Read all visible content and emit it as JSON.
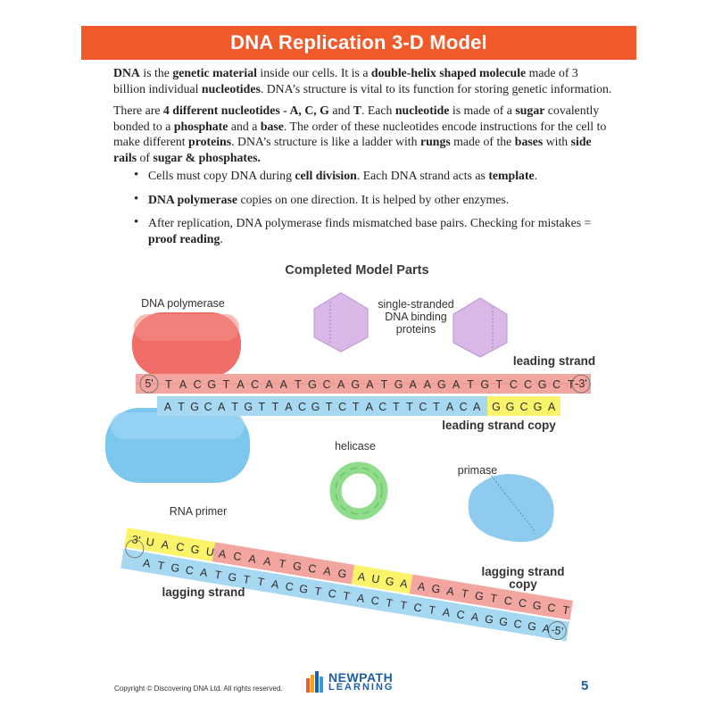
{
  "header": {
    "title": "DNA Replication 3-D Model"
  },
  "intro": {
    "p1": [
      {
        "t": "DNA",
        "b": true
      },
      {
        "t": " is the ",
        "b": false
      },
      {
        "t": "genetic material",
        "b": true
      },
      {
        "t": " inside our cells. It is a ",
        "b": false
      },
      {
        "t": "double-helix shaped molecule",
        "b": true
      },
      {
        "t": " made of 3 billion individual ",
        "b": false
      },
      {
        "t": "nucleotides",
        "b": true
      },
      {
        "t": ". DNA’s structure is vital to its function for storing genetic information.",
        "b": false
      }
    ],
    "p2": [
      {
        "t": "There are ",
        "b": false
      },
      {
        "t": "4 different nucleotides - A, C, G",
        "b": true
      },
      {
        "t": " and ",
        "b": false
      },
      {
        "t": "T",
        "b": true
      },
      {
        "t": ". Each ",
        "b": false
      },
      {
        "t": "nucleotide",
        "b": true
      },
      {
        "t": " is made of a ",
        "b": false
      },
      {
        "t": "sugar",
        "b": true
      },
      {
        "t": " covalently bonded to a ",
        "b": false
      },
      {
        "t": "phosphate",
        "b": true
      },
      {
        "t": " and a ",
        "b": false
      },
      {
        "t": "base",
        "b": true
      },
      {
        "t": ". The order of these nucleotides encode instructions for the cell to make different ",
        "b": false
      },
      {
        "t": "proteins",
        "b": true
      },
      {
        "t": ". DNA’s structure is like a ladder with ",
        "b": false
      },
      {
        "t": "rungs",
        "b": true
      },
      {
        "t": " made of the ",
        "b": false
      },
      {
        "t": "bases",
        "b": true
      },
      {
        "t": " with ",
        "b": false
      },
      {
        "t": "side rails",
        "b": true
      },
      {
        "t": " of ",
        "b": false
      },
      {
        "t": "sugar & phosphates.",
        "b": true
      }
    ]
  },
  "bullets": [
    [
      {
        "t": "Cells must copy DNA during ",
        "b": false
      },
      {
        "t": "cell division",
        "b": true
      },
      {
        "t": ". Each DNA strand acts as ",
        "b": false
      },
      {
        "t": "template",
        "b": true
      },
      {
        "t": ".",
        "b": false
      }
    ],
    [
      {
        "t": "DNA polymerase",
        "b": true
      },
      {
        "t": " copies on one direction. It is helped by other enzymes.",
        "b": false
      }
    ],
    [
      {
        "t": "After replication, DNA polymerase finds mismatched base pairs. Checking for mistakes = ",
        "b": false
      },
      {
        "t": "proof reading",
        "b": true
      },
      {
        "t": ".",
        "b": false
      }
    ]
  ],
  "figure": {
    "title": "Completed Model Parts",
    "labels": {
      "dna_polymerase": "DNA polymerase",
      "ssb_line1": "single-stranded",
      "ssb_line2": "DNA binding",
      "ssb_line3": "proteins",
      "leading_strand": "leading strand",
      "leading_strand_copy": "leading strand copy",
      "helicase": "helicase",
      "primase": "primase",
      "rna_primer": "RNA primer",
      "lagging_strand": "lagging strand",
      "lagging_copy_line1": "lagging strand",
      "lagging_copy_line2": "copy"
    },
    "leading_template": {
      "end5": "5'",
      "end3": "-3'",
      "bases": [
        "T",
        "A",
        "C",
        "G",
        "T",
        "A",
        "C",
        "A",
        "A",
        "T",
        "G",
        "C",
        "A",
        "G",
        "A",
        "T",
        "G",
        "A",
        "A",
        "G",
        "A",
        "T",
        "G",
        "T",
        "C",
        "C",
        "G",
        "C",
        "T"
      ]
    },
    "leading_copy": {
      "bases": [
        "A",
        "T",
        "G",
        "C",
        "A",
        "T",
        "G",
        "T",
        "T",
        "A",
        "C",
        "G",
        "T",
        "C",
        "T",
        "A",
        "C",
        "T",
        "T",
        "C",
        "T",
        "A",
        "C",
        "A"
      ],
      "primer": [
        "G",
        "G",
        "C",
        "G",
        "A"
      ]
    },
    "lagging_top": {
      "end3": "3'",
      "primer1": [
        "U",
        "A",
        "C",
        "G",
        "U"
      ],
      "segment1": [
        "A",
        "C",
        "A",
        "A",
        "T",
        "G",
        "C",
        "A",
        "G"
      ],
      "primer2": [
        "A",
        "U",
        "G",
        "A"
      ],
      "segment2": [
        "A",
        "G",
        "A",
        "T",
        "G",
        "T",
        "C",
        "C",
        "G",
        "C",
        "T"
      ]
    },
    "lagging_bottom": {
      "end5": "-5'",
      "bases": [
        "A",
        "T",
        "G",
        "C",
        "A",
        "T",
        "G",
        "T",
        "T",
        "A",
        "C",
        "G",
        "T",
        "C",
        "T",
        "A",
        "C",
        "T",
        "T",
        "C",
        "T",
        "A",
        "C",
        "A",
        "G",
        "G",
        "C",
        "G",
        "A"
      ]
    },
    "colors": {
      "template": "#f3a5a0",
      "copy": "#a6d8f2",
      "primer": "#fbf36a",
      "polymerase_red": "#ef6f68",
      "polymerase_blue": "#7cc7ee",
      "ssb": "#d9b8e8",
      "helicase": "#8fdc8a",
      "primase": "#8ecbee"
    }
  },
  "footer": {
    "copyright": "Copyright © Discovering DNA Ltd. All rights reserved.",
    "logo_line1": "NEWPATH",
    "logo_line2": "LEARNING",
    "page_number": "5"
  }
}
